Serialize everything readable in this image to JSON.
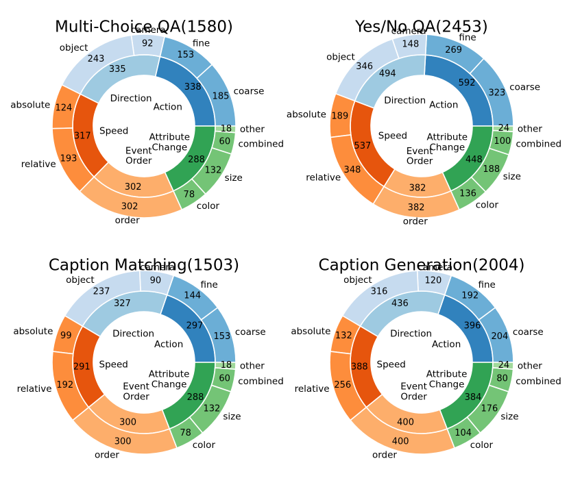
{
  "colors": {
    "Action": "#3182bd",
    "Action_light": "#6baed6",
    "Direction": "#9ecae1",
    "Direction_light": "#c6dbef",
    "Speed": "#e6550d",
    "Speed_light": "#fd8d3c",
    "Event Order": "#fdae6b",
    "Event Order_light": "#fdae6b",
    "Attribute Change": "#31a354",
    "Attribute Change_light": "#74c476",
    "other_light": "#a1d99b"
  },
  "chart_data": [
    {
      "type": "pie",
      "title": "Multi-Choice QA(1580)",
      "inner": [
        {
          "label": "Action",
          "value": 338
        },
        {
          "label": "Direction",
          "value": 335
        },
        {
          "label": "Speed",
          "value": 317
        },
        {
          "label": "Event Order",
          "value": 302
        },
        {
          "label": "Attribute Change",
          "value": 288
        }
      ],
      "outer": [
        {
          "label": "coarse",
          "value": 185,
          "parent": "Action"
        },
        {
          "label": "fine",
          "value": 153,
          "parent": "Action"
        },
        {
          "label": "camera",
          "value": 92,
          "parent": "Direction"
        },
        {
          "label": "object",
          "value": 243,
          "parent": "Direction"
        },
        {
          "label": "absolute",
          "value": 124,
          "parent": "Speed"
        },
        {
          "label": "relative",
          "value": 193,
          "parent": "Speed"
        },
        {
          "label": "order",
          "value": 302,
          "parent": "Event Order"
        },
        {
          "label": "color",
          "value": 78,
          "parent": "Attribute Change"
        },
        {
          "label": "size",
          "value": 132,
          "parent": "Attribute Change"
        },
        {
          "label": "combined",
          "value": 60,
          "parent": "Attribute Change"
        },
        {
          "label": "other",
          "value": 18,
          "parent": "Attribute Change"
        }
      ]
    },
    {
      "type": "pie",
      "title": "Yes/No QA(2453)",
      "inner": [
        {
          "label": "Action",
          "value": 592
        },
        {
          "label": "Direction",
          "value": 494
        },
        {
          "label": "Speed",
          "value": 537
        },
        {
          "label": "Event Order",
          "value": 382
        },
        {
          "label": "Attribute Change",
          "value": 448
        }
      ],
      "outer": [
        {
          "label": "coarse",
          "value": 323,
          "parent": "Action"
        },
        {
          "label": "fine",
          "value": 269,
          "parent": "Action"
        },
        {
          "label": "camera",
          "value": 148,
          "parent": "Direction"
        },
        {
          "label": "object",
          "value": 346,
          "parent": "Direction"
        },
        {
          "label": "absolute",
          "value": 189,
          "parent": "Speed"
        },
        {
          "label": "relative",
          "value": 348,
          "parent": "Speed"
        },
        {
          "label": "order",
          "value": 382,
          "parent": "Event Order"
        },
        {
          "label": "color",
          "value": 136,
          "parent": "Attribute Change"
        },
        {
          "label": "size",
          "value": 188,
          "parent": "Attribute Change"
        },
        {
          "label": "combined",
          "value": 100,
          "parent": "Attribute Change"
        },
        {
          "label": "other",
          "value": 24,
          "parent": "Attribute Change"
        }
      ]
    },
    {
      "type": "pie",
      "title": "Caption Matching(1503)",
      "inner": [
        {
          "label": "Action",
          "value": 297
        },
        {
          "label": "Direction",
          "value": 327
        },
        {
          "label": "Speed",
          "value": 291
        },
        {
          "label": "Event Order",
          "value": 300
        },
        {
          "label": "Attribute Change",
          "value": 288
        }
      ],
      "outer": [
        {
          "label": "coarse",
          "value": 153,
          "parent": "Action"
        },
        {
          "label": "fine",
          "value": 144,
          "parent": "Action"
        },
        {
          "label": "camera",
          "value": 90,
          "parent": "Direction"
        },
        {
          "label": "object",
          "value": 237,
          "parent": "Direction"
        },
        {
          "label": "absolute",
          "value": 99,
          "parent": "Speed"
        },
        {
          "label": "relative",
          "value": 192,
          "parent": "Speed"
        },
        {
          "label": "order",
          "value": 300,
          "parent": "Event Order"
        },
        {
          "label": "color",
          "value": 78,
          "parent": "Attribute Change"
        },
        {
          "label": "size",
          "value": 132,
          "parent": "Attribute Change"
        },
        {
          "label": "combined",
          "value": 60,
          "parent": "Attribute Change"
        },
        {
          "label": "other",
          "value": 18,
          "parent": "Attribute Change"
        }
      ]
    },
    {
      "type": "pie",
      "title": "Caption Generation(2004)",
      "inner": [
        {
          "label": "Action",
          "value": 396
        },
        {
          "label": "Direction",
          "value": 436
        },
        {
          "label": "Speed",
          "value": 388
        },
        {
          "label": "Event Order",
          "value": 400
        },
        {
          "label": "Attribute Change",
          "value": 384
        }
      ],
      "outer": [
        {
          "label": "coarse",
          "value": 204,
          "parent": "Action"
        },
        {
          "label": "fine",
          "value": 192,
          "parent": "Action"
        },
        {
          "label": "camera",
          "value": 120,
          "parent": "Direction"
        },
        {
          "label": "object",
          "value": 316,
          "parent": "Direction"
        },
        {
          "label": "absolute",
          "value": 132,
          "parent": "Speed"
        },
        {
          "label": "relative",
          "value": 256,
          "parent": "Speed"
        },
        {
          "label": "order",
          "value": 400,
          "parent": "Event Order"
        },
        {
          "label": "color",
          "value": 104,
          "parent": "Attribute Change"
        },
        {
          "label": "size",
          "value": 176,
          "parent": "Attribute Change"
        },
        {
          "label": "combined",
          "value": 80,
          "parent": "Attribute Change"
        },
        {
          "label": "other",
          "value": 24,
          "parent": "Attribute Change"
        }
      ]
    }
  ]
}
